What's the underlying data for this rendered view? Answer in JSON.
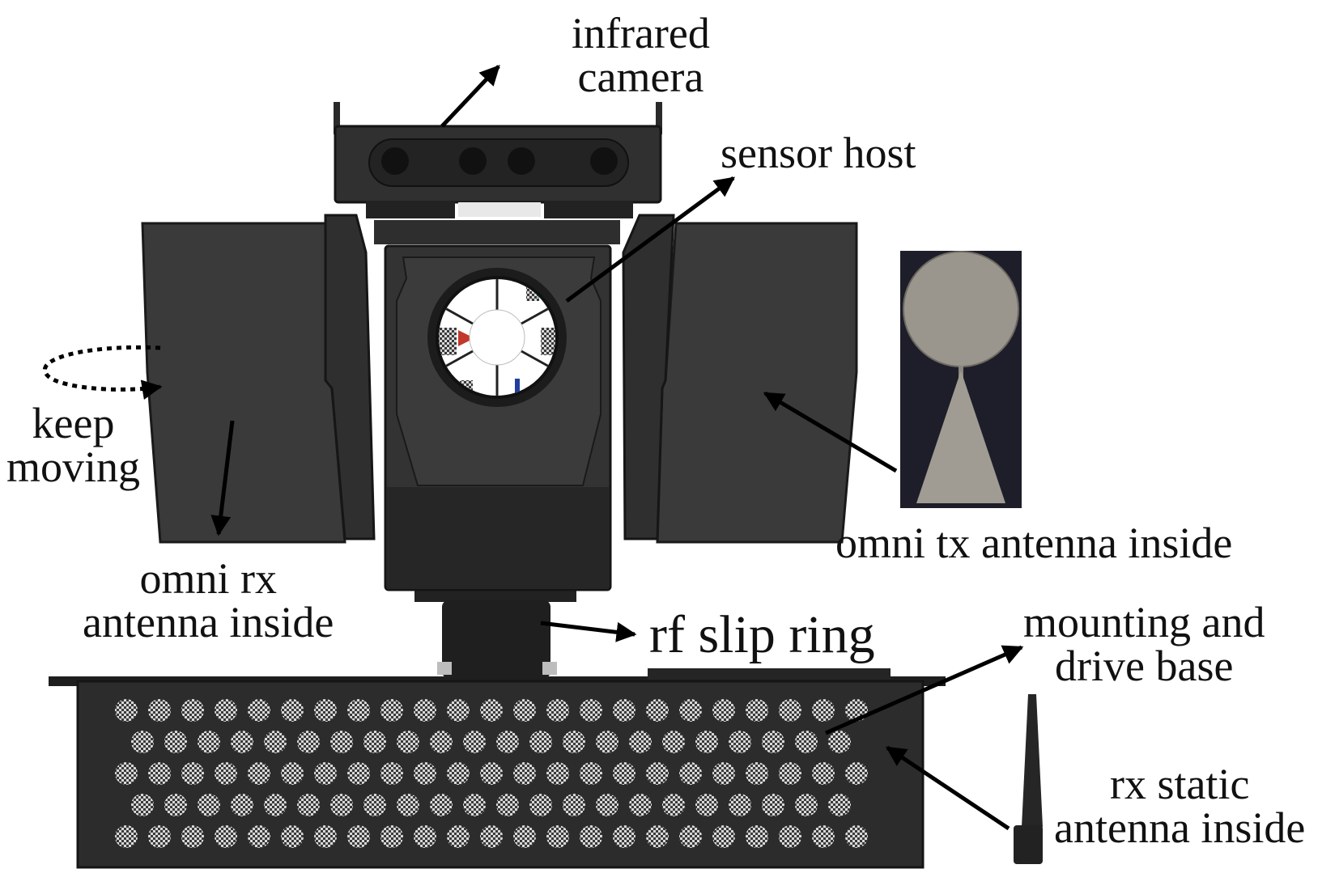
{
  "labels": {
    "infrared_camera": [
      "infrared",
      "camera"
    ],
    "sensor_host": "sensor host",
    "keep_moving": [
      "keep",
      "moving"
    ],
    "omni_tx": "omni tx antenna inside",
    "omni_rx": [
      "omni rx",
      "antenna inside"
    ],
    "rf_slip_ring": "rf slip ring",
    "mounting_base": [
      "mounting and",
      "drive base"
    ],
    "rx_static": [
      "rx static",
      "antenna inside"
    ]
  },
  "colors": {
    "body_dark": "#2b2b2b",
    "panel": "#3a3a3a",
    "edge": "#161616",
    "tx_plate": "#9a968d",
    "text": "#111111",
    "background": "#ffffff"
  }
}
